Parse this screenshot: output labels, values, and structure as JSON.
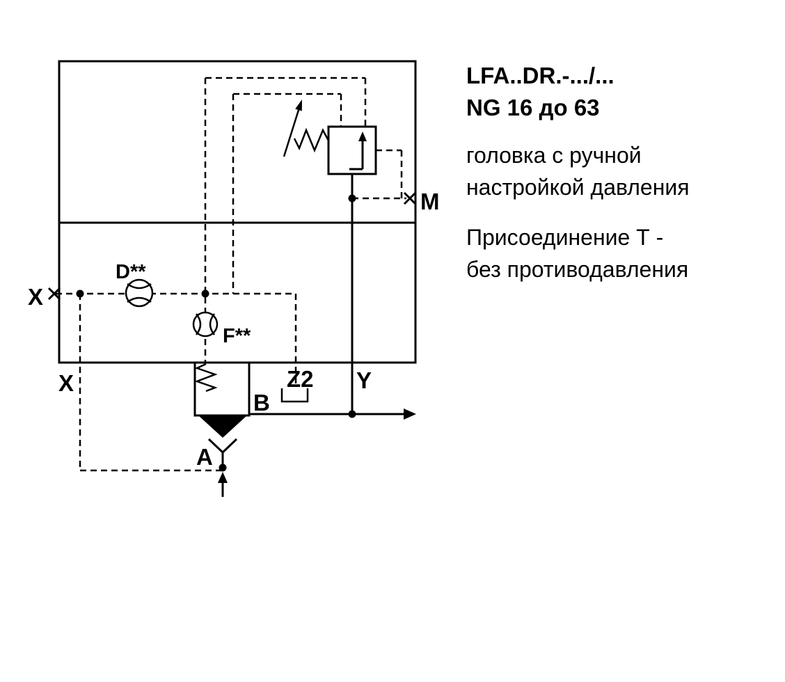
{
  "description": {
    "model": "LFA..DR.-.../...",
    "size": "NG 16 до 63",
    "feature_line1": "головка с ручной",
    "feature_line2": "настройкой давления",
    "note_line1": "Присоединение Т -",
    "note_line2": "без противодавления"
  },
  "diagram": {
    "port_labels": {
      "x_pilot": "X",
      "x_bottom": "X",
      "a": "A",
      "b": "B",
      "y": "Y",
      "z2": "Z2",
      "m": "M"
    },
    "component_labels": {
      "orifice_d": "D**",
      "orifice_f": "F**"
    },
    "colors": {
      "line": "#000000",
      "background": "#ffffff"
    }
  }
}
